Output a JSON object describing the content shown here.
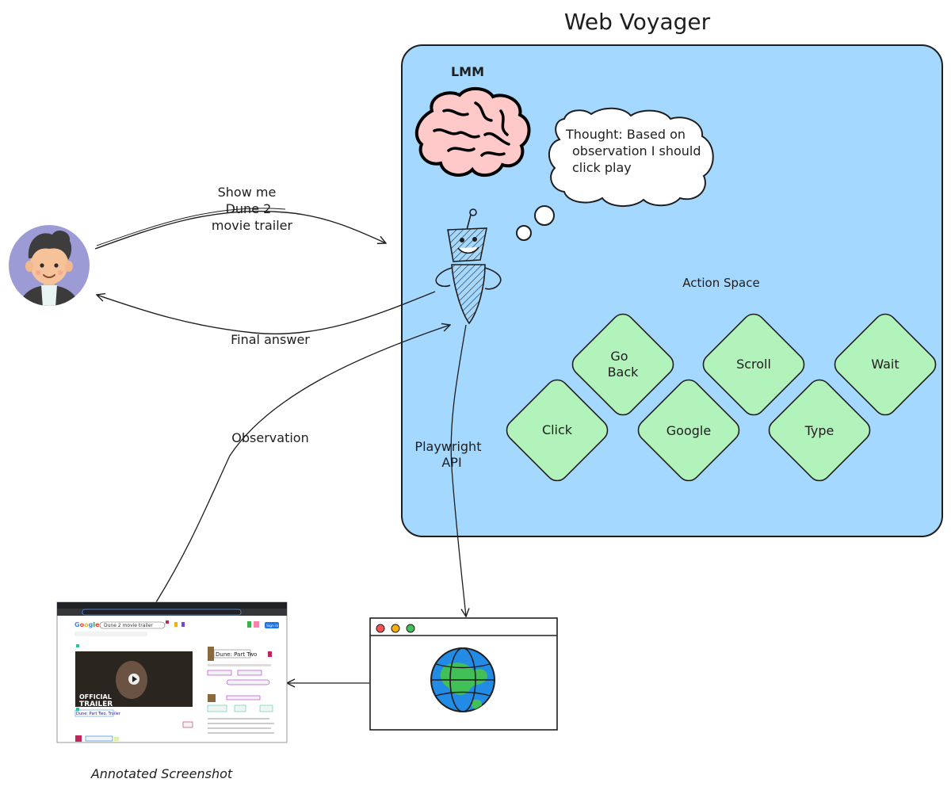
{
  "title": "Web Voyager",
  "lmm_label": "LMM",
  "thought": {
    "lines": [
      "Thought: Based on",
      "observation I should",
      "click play"
    ]
  },
  "action_space": {
    "label": "Action Space",
    "actions": [
      {
        "lines": [
          "Go",
          "Back"
        ]
      },
      {
        "lines": [
          "Scroll"
        ]
      },
      {
        "lines": [
          "Wait"
        ]
      },
      {
        "lines": [
          "Click"
        ]
      },
      {
        "lines": [
          "Google"
        ]
      },
      {
        "lines": [
          "Type"
        ]
      }
    ]
  },
  "edges": {
    "request": {
      "lines": [
        "Show me",
        "Dune 2",
        "movie trailer"
      ]
    },
    "final_answer": "Final answer",
    "observation": "Observation",
    "playwright": {
      "lines": [
        "Playwright",
        "API"
      ]
    }
  },
  "screenshot": {
    "caption": "Annotated Screenshot",
    "search_query": "Dune 2 movie trailer",
    "result_title": "Dune: Part Two",
    "video_title": "Dune: Part Two, Trailer",
    "overlay_line1": "OFFICIAL",
    "overlay_line2": "TRAILER",
    "sign_in": "Sign in"
  },
  "colors": {
    "container_fill": "#a5d8ff",
    "action_fill": "#b2f2bb",
    "brain_fill": "#ffc9c9",
    "avatar_bg": "#9d9bd6",
    "globe_blue": "#228be6",
    "globe_green": "#40c057"
  }
}
